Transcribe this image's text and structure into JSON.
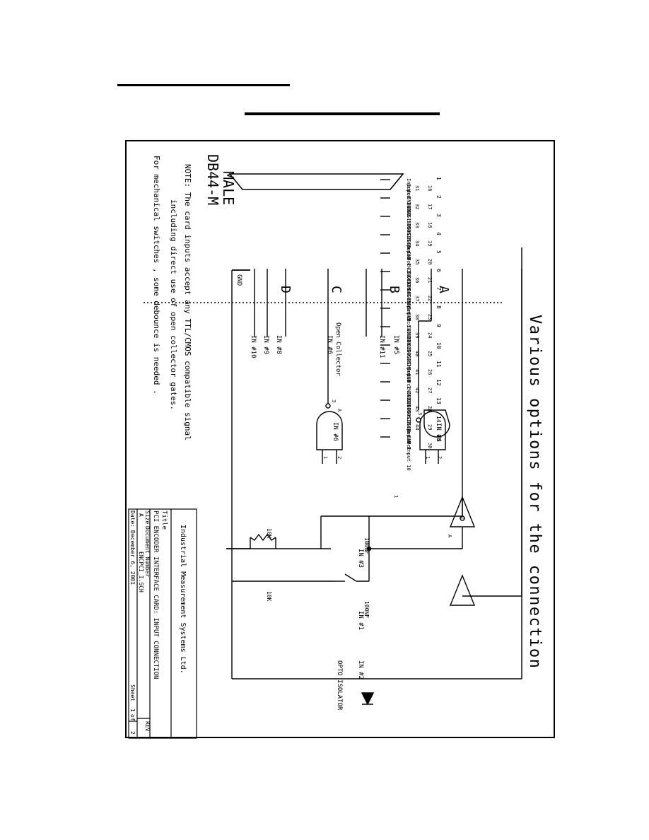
{
  "header": {
    "heading_line_1": "",
    "heading_line_2": ""
  },
  "schematic": {
    "heading": "Various options for the connection",
    "connector": {
      "gender": "MALE",
      "type": "DB44-M"
    },
    "pins": [
      {
        "pos": "1",
        "top": "16",
        "mid": "31",
        "sig1": "Input 2",
        "sig2": "Input 1",
        "sig3": "Vcc"
      },
      {
        "pos": "2",
        "top": "17",
        "mid": "32",
        "sig1": "INDEX+",
        "sig2": "INDEX-",
        "sig3": "GND"
      },
      {
        "pos": "3",
        "top": "18",
        "mid": "33",
        "sig1": "SINUS+",
        "sig2": "SINUS-",
        "sig3": "COSIN+"
      },
      {
        "pos": "4",
        "top": "19",
        "mid": "34",
        "sig1": "COSIN-",
        "sig2": "Input 3",
        "sig3": "Input 4"
      },
      {
        "pos": "5",
        "top": "20",
        "mid": "35",
        "sig1": "GND",
        "sig2": "Vcc",
        "sig3": "INDEX+"
      },
      {
        "pos": "6",
        "top": "21",
        "mid": "36",
        "sig1": "INDEX-",
        "sig2": "SINUS+",
        "sig3": "SINUS-"
      },
      {
        "pos": "7",
        "top": "22",
        "mid": "37",
        "sig1": "COSIN+",
        "sig2": "COSIN-",
        "sig3": "Input 5"
      },
      {
        "pos": "8",
        "top": "23",
        "mid": "38",
        "sig1": "Input 11",
        "sig2": "GND",
        "sig3": "Vcc"
      },
      {
        "pos": "9",
        "top": "24",
        "mid": "39",
        "sig1": "INDEX+",
        "sig2": "INDEX-",
        "sig3": "SINUS+"
      },
      {
        "pos": "10",
        "top": "25",
        "mid": "40",
        "sig1": "SINUS-",
        "sig2": "COSIN+",
        "sig3": "COSIN-"
      },
      {
        "pos": "11",
        "top": "26",
        "mid": "41",
        "sig1": "Input 6",
        "sig2": "Input 7",
        "sig3": "GND"
      },
      {
        "pos": "12",
        "top": "27",
        "mid": "42",
        "sig1": "Vcc",
        "sig2": "INDEX+",
        "sig3": "INDEX-"
      },
      {
        "pos": "13",
        "top": "28",
        "mid": "43",
        "sig1": "SINUS+",
        "sig2": "SINUS-",
        "sig3": "COSIN+"
      },
      {
        "pos": "14",
        "top": "29",
        "mid": "44",
        "sig1": "COSIN-",
        "sig2": "Input 8",
        "sig3": "Input 9"
      },
      {
        "pos": "15",
        "top": "30",
        "mid": "",
        "sig1": "GND",
        "sig2": "Vcc",
        "sig3": "Input 10"
      }
    ],
    "groups": [
      "A",
      "B",
      "C",
      "D"
    ],
    "gnd_label": "GND",
    "inputs": {
      "in5": "IN #5",
      "in11": "IN #11",
      "in8": "IN #8",
      "in9": "IN #9",
      "in10": "IN #10",
      "open_collector": "Open Collector",
      "in6": "IN #6",
      "in4": "IN #4",
      "in3": "IN #3",
      "in1": "IN #1",
      "in2": "IN #2"
    },
    "gate_pins": {
      "p1": "1",
      "p2": "2",
      "p3": "3",
      "tag": "A"
    },
    "components": {
      "resistor": "10K",
      "capacitor": "100NF",
      "opto": "OPTO ISOLATOR"
    },
    "note": [
      "NOTE: The card inputs accept any TTL/CMOS compatible signal",
      "including direct use of open collector gates.",
      "For mechanical switches , some debounce is needed ."
    ],
    "title_block": {
      "company": "Industrial Measurement Systems Ltd.",
      "title_label": "Title",
      "title": "PCI ENCODER INTERFACE CARD: INPUT CONNECTION",
      "size_label": "Size",
      "docnum_label": "Document Number",
      "rev_label": "REV",
      "size": "A",
      "docnum": "ENCPCI_I.SCH",
      "date_label": "Date:",
      "date": "December  6, 2001",
      "sheet_label": "Sheet",
      "sheet": "1",
      "of_label": "of",
      "total": "2"
    }
  }
}
